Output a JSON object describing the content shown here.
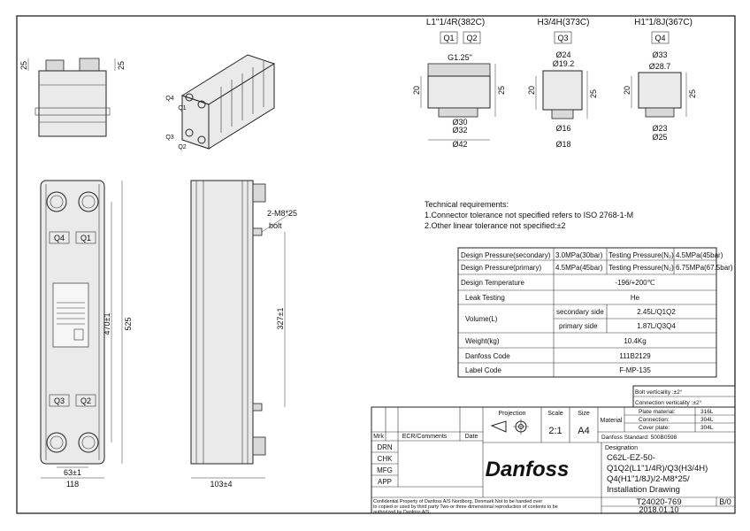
{
  "connections": {
    "groups": [
      {
        "title": "L1\"1/4R(382C)",
        "tags": [
          "Q1",
          "Q2"
        ],
        "dims": [
          "G1.25\"",
          "20",
          "25",
          "Ø30",
          "Ø32",
          "Ø42"
        ]
      },
      {
        "title": "H3/4H(373C)",
        "tags": [
          "Q3"
        ],
        "dims": [
          "Ø24",
          "Ø19.2",
          "20",
          "25",
          "Ø16",
          "Ø18"
        ]
      },
      {
        "title": "H1\"1/8J(367C)",
        "tags": [
          "Q4"
        ],
        "dims": [
          "Ø33",
          "Ø28.7",
          "20",
          "25",
          "Ø23",
          "Ø25"
        ]
      }
    ]
  },
  "side_view": {
    "dims": [
      "25",
      "25"
    ]
  },
  "iso_view": {
    "ports": [
      "Q4",
      "Q1",
      "Q3",
      "Q2"
    ]
  },
  "front_view": {
    "ports": [
      "Q4",
      "Q1",
      "Q3",
      "Q2"
    ],
    "dims": [
      "470±1",
      "525",
      "63±1",
      "118"
    ]
  },
  "profile_view": {
    "dims": [
      "2-M8*25",
      "bolt",
      "327±1",
      "103±4"
    ]
  },
  "tech_requirements": {
    "title": "Technical requirements:",
    "lines": [
      "1.Connector tolerance not specified refers to ISO 2768-1-M",
      "2.Other linear tolerance not specified:±2"
    ]
  },
  "spec_table": {
    "rows": [
      {
        "cells": [
          "Design Pressure(secondary)",
          "3.0MPa(30bar)",
          "Testing Pressure(N₂)",
          "4.5MPa(45bar)"
        ]
      },
      {
        "cells": [
          "Design Pressure(primary)",
          "4.5MPa(45bar)",
          "Testing Pressure(N₂)",
          "6.75MPa(67.5bar)"
        ]
      },
      {
        "cells": [
          "Design Temperature",
          "-196/+200℃"
        ]
      },
      {
        "cells": [
          "Leak Testing",
          "He"
        ]
      },
      {
        "cells": [
          "Volume(L)",
          "secondary side",
          "2.45L/Q1Q2"
        ]
      },
      {
        "cells": [
          "primary side",
          "1.87L/Q3Q4"
        ]
      },
      {
        "cells": [
          "Weight(kg)",
          "10.4Kg"
        ]
      },
      {
        "cells": [
          "Danfoss Code",
          "111B2129"
        ]
      },
      {
        "cells": [
          "Label Code",
          "F-MP-135"
        ]
      }
    ]
  },
  "title_block": {
    "material_notes": [
      "Bolt verticality :±2°",
      "Connection  verticality :±2°"
    ],
    "material_label": "Material",
    "materials": [
      {
        "part": "Plate material:",
        "value": "316L"
      },
      {
        "part": "Connection:",
        "value": "304L"
      },
      {
        "part": "Cover plate:",
        "value": "304L"
      }
    ],
    "standard": "Danfoss Standard: 500B0598",
    "projection_label": "Projection",
    "scale_label": "Scale",
    "scale_value": "2:1",
    "size_label": "Size",
    "size_value": "A4",
    "revision_headers": [
      "Mrk",
      "ECR/Comments",
      "Date"
    ],
    "roles": [
      "DRN",
      "CHK",
      "MFG",
      "APP"
    ],
    "logo": "Danfoss",
    "designation_label": "Designation",
    "designation_lines": [
      "C62L-EZ-50-",
      "Q1Q2(L1\"1/4R)/Q3(H3/4H)",
      "Q4(H1\"1/8J)/2-M8*25/",
      "Installation Drawing"
    ],
    "confidential": [
      "Confidential Property of Danfoss A/S Nordborg, Denmark.Not to be handed over",
      "to copied or used by third party Two-or three dimensional reproduction of contents to be",
      "authorized by Danfoss A/S."
    ],
    "drawing_number": "T24020-769",
    "revision": "B/0",
    "date": "2018.01.10"
  }
}
